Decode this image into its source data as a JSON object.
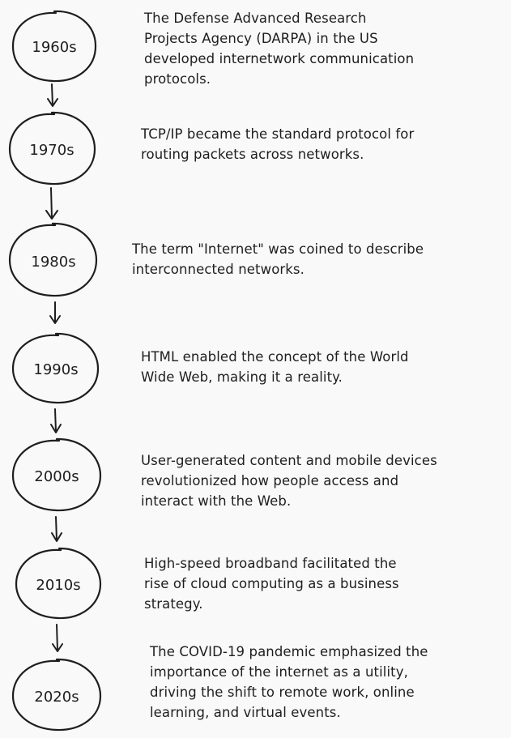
{
  "timeline": [
    {
      "decade": "1960s",
      "lines": [
        "The Defense Advanced Research",
        "Projects Agency (DARPA) in the US",
        "developed internetwork communication",
        "protocols."
      ]
    },
    {
      "decade": "1970s",
      "lines": [
        "TCP/IP became the standard protocol for",
        "routing packets across networks."
      ]
    },
    {
      "decade": "1980s",
      "lines": [
        "The term \"Internet\" was coined to describe",
        "interconnected networks."
      ]
    },
    {
      "decade": "1990s",
      "lines": [
        "HTML enabled the concept of the World",
        "Wide Web, making it a reality."
      ]
    },
    {
      "decade": "2000s",
      "lines": [
        "User-generated content and mobile devices",
        "revolutionized how people access and",
        "interact with the Web."
      ]
    },
    {
      "decade": "2010s",
      "lines": [
        "High-speed broadband facilitated the",
        "rise of cloud computing as a business",
        "strategy."
      ]
    },
    {
      "decade": "2020s",
      "lines": [
        "The COVID-19 pandemic emphasized the",
        "importance of the internet as a utility,",
        "driving the shift to remote work, online",
        "learning, and virtual events."
      ]
    }
  ],
  "colors": {
    "background": "#f9f9fa",
    "stroke": "#1e1e1e",
    "text": "#1e1e1e"
  }
}
